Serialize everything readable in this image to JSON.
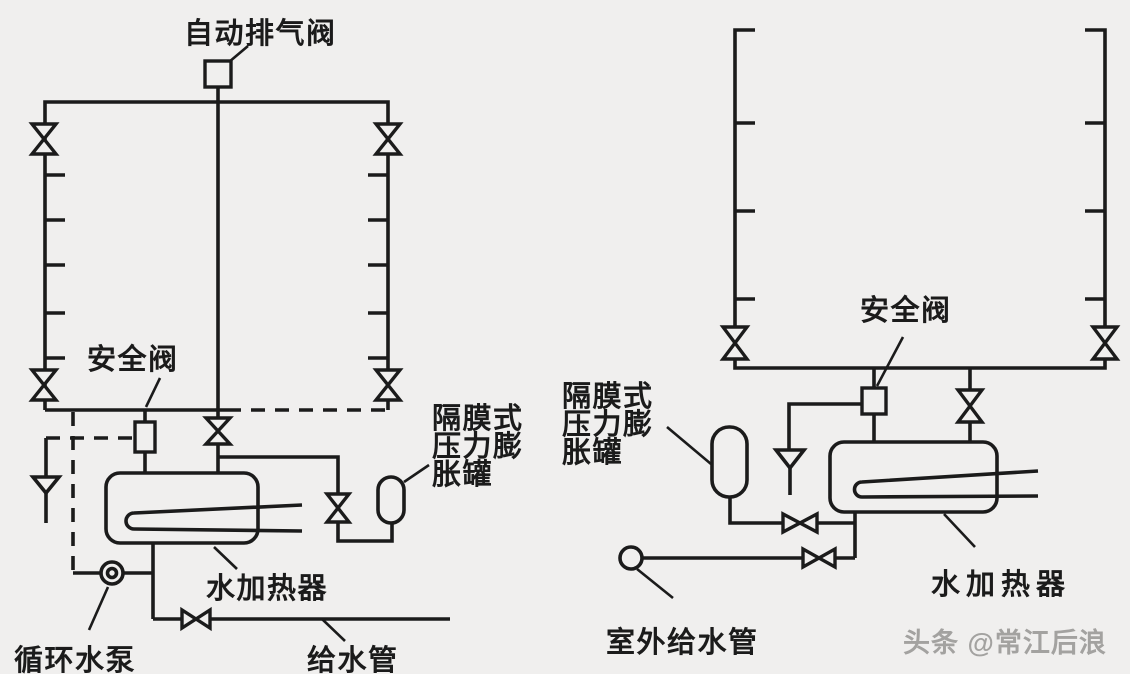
{
  "colors": {
    "background": "#f0efee",
    "line": "#1b1b1b",
    "watermark_text": "#a3a2a0"
  },
  "left_diagram": {
    "labels": {
      "auto_air_vent": "自动排气阀",
      "safety_valve": "安全阀",
      "expansion_tank_lines": [
        "隔膜式",
        "压力膨",
        "胀罐"
      ],
      "water_heater": "水加热器",
      "circulation_pump": "循环水泵",
      "supply_pipe": "给水管"
    }
  },
  "right_diagram": {
    "labels": {
      "safety_valve": "安全阀",
      "expansion_tank_lines": [
        "隔膜式",
        "压力膨",
        "胀罐"
      ],
      "water_heater": "水加热器",
      "outdoor_supply_pipe": "室外给水管"
    }
  },
  "watermark": {
    "text": "头条 @常江后浪"
  }
}
